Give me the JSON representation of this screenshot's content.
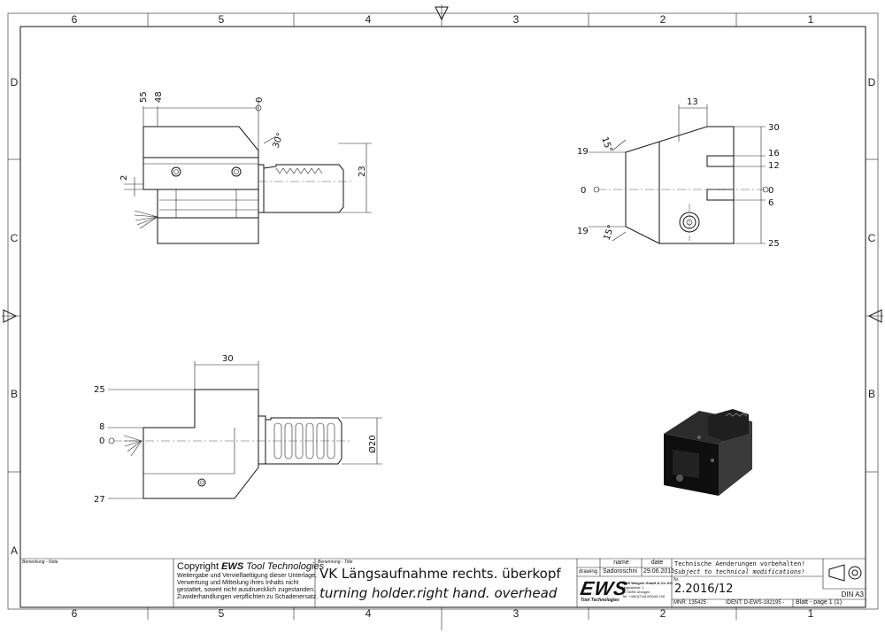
{
  "zones": {
    "columns": [
      "6",
      "5",
      "4",
      "3",
      "2",
      "1"
    ],
    "rows": [
      "D",
      "C",
      "B",
      "A"
    ]
  },
  "dimensions": {
    "side_view": {
      "d55": "55",
      "d48": "48",
      "d0": "0",
      "d30deg": "30°",
      "d23": "23",
      "d2": "2"
    },
    "front_view": {
      "d13": "13",
      "d15a": "15°",
      "d19a": "19",
      "d0l": "0",
      "d19b": "19",
      "d15b": "15°",
      "d30": "30",
      "d16": "16",
      "d12": "12",
      "d0r": "0",
      "d6": "6",
      "d25": "25"
    },
    "top_view": {
      "d30": "30",
      "d25": "25",
      "d8": "8",
      "d0": "0",
      "d27": "27",
      "d20": "Ø20"
    }
  },
  "title_block": {
    "remark_label": "Bemerkung - Note",
    "copyright_title_prefix": "Copyright ",
    "copyright_brand": "EWS",
    "copyright_title_suffix": " Tool Technologies",
    "copyright_lines": [
      "Weitergabe und Vervielfaeltigung dieser Unterlage,",
      "Verwertung und Mitteilung ihres Inhalts nicht",
      "gestattet, soweit nicht ausdruecklich zugestanden.",
      "Zuwiderhandlungen verpflichten zu Schadenersatz."
    ],
    "title_label": "Benennung - Title",
    "title_de": "VK Längsaufnahme rechts. überkopf",
    "title_en": "turning holder.right hand. overhead",
    "col_name": "name",
    "col_date": "date",
    "row_drawing": "drawing",
    "drawing_name": "Sadoroschni",
    "drawing_date": "29.06.2015",
    "logo_text": "EWS",
    "logo_sub": "Tool Technologies",
    "company_lines": [
      "EWS Weigele GmbH & Co. KG",
      "Maybachstr. 1",
      "D-73095 Uhingen",
      "Tel. +49(0)7161/93040-100"
    ],
    "changes_de": "Technische Aenderungen vorbehalten!",
    "changes_en": "Subject to technical modifications!",
    "nr_label": "Nr.",
    "drawing_number": "2.2016/12",
    "mnr": "MNR: 135425",
    "ident": "IDENT: D-EWS-182195 -",
    "sheet": "Blatt - page  1 (1)",
    "format": "DIN A3"
  },
  "colors": {
    "line": "#111111",
    "model_body": "#1a1a1a"
  }
}
